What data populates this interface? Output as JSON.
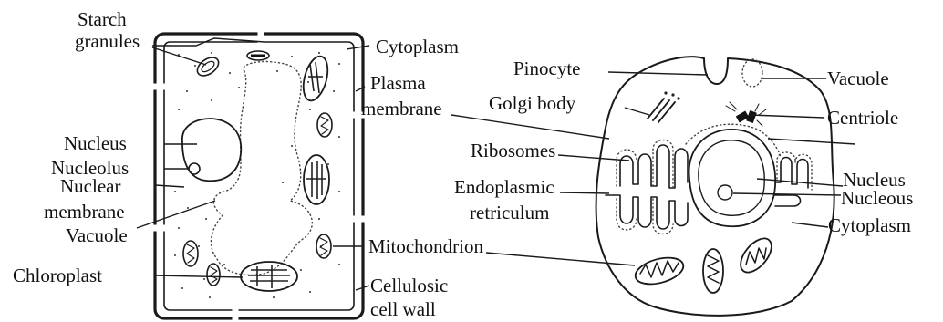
{
  "plant_cell": {
    "labels": {
      "starch_1": "Starch",
      "starch_2": "granules",
      "cytoplasm": "Cytoplasm",
      "plasma_1": "Plasma",
      "plasma_2": "membrane",
      "nucleus": "Nucleus",
      "nucleolus": "Nucleolus",
      "nuclear_1": "Nuclear",
      "nuclear_2": "membrane",
      "vacuole": "Vacuole",
      "chloroplast": "Chloroplast",
      "mitochondrion": "Mitochondrion",
      "wall_1": "Cellulosic",
      "wall_2": "cell wall"
    }
  },
  "animal_cell": {
    "labels": {
      "pinocyte": "Pinocyte",
      "vacuole": "Vacuole",
      "golgi": "Golgi body",
      "centriole": "Centriole",
      "ribosomes": "Ribosomes",
      "er_1": "Endoplasmic",
      "er_2": "retriculum",
      "nucleus": "Nucleus",
      "nucleolus": "Nucleous",
      "cytoplasm": "Cytoplasm"
    }
  }
}
